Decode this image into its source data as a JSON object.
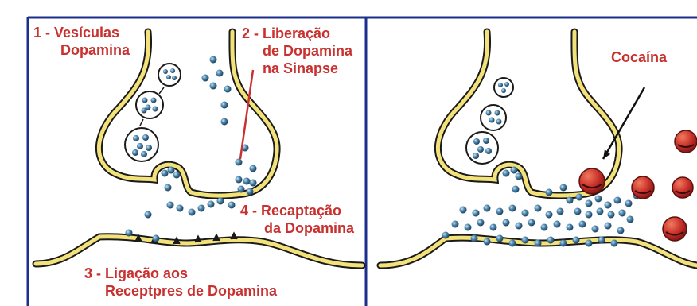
{
  "colors": {
    "border": "#1d2f8c",
    "membrane": "#f3e27a",
    "membrane_outline": "#1a1a1a",
    "label_text": "#c8312f",
    "dopamine": "#2e5f84",
    "cocaine": "#c9322b",
    "pointer_line_left": "#c8312f",
    "pointer_line_right": "#111111"
  },
  "left_panel": {
    "label_1": {
      "line1": "1 - Vesículas",
      "line2": "Dopamina"
    },
    "label_2": {
      "line1": "2 - Liberação",
      "line2": "de Dopamina",
      "line3": "na Sinapse"
    },
    "label_3": {
      "line1": "3 - Ligação aos",
      "line2": "Receptpres de Dopamina"
    },
    "label_4": {
      "line1": "4 - Recaptação",
      "line2": "da Dopamina"
    }
  },
  "right_panel": {
    "cocaine_label": "Cocaína"
  },
  "icons": {
    "dopamine": "dopamine-molecule-icon",
    "cocaine": "cocaine-molecule-icon",
    "vesicle": "vesicle-icon"
  }
}
